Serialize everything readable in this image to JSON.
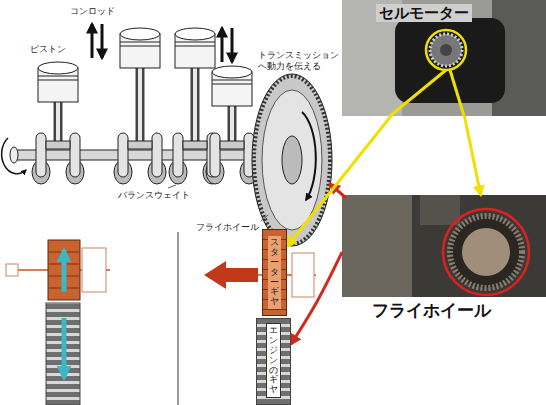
{
  "diagram": {
    "nodes": [
      {
        "text": [
          "セルモーター"
        ]
      },
      {
        "text": [
          "フライホイール"
        ]
      },
      {
        "text": [
          "スターターギヤ"
        ]
      },
      {
        "text": [
          "エンジンのギヤ"
        ]
      }
    ],
    "edges": [
      {
        "from": 0,
        "to": 2,
        "arrow": "to"
      },
      {
        "from": 0,
        "to": 1,
        "arrow": "to"
      },
      {
        "from": 1,
        "to": 3,
        "arrow": "to"
      }
    ],
    "labels": [
      "コンロッド",
      "ピストン",
      "トランスミッション へ動力を伝える",
      "バランスウェイト",
      "フライホイール"
    ]
  }
}
